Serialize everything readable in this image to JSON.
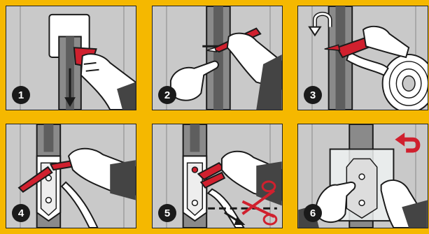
{
  "colors": {
    "background": "#f5b800",
    "panel": "#c9c9c9",
    "wall_stripe": "#b5b5b5",
    "profile_dark": "#5e5e5e",
    "profile_light": "#8a8a8a",
    "red_tool": "#d0202e",
    "outline": "#1a1a1a",
    "white": "#ffffff",
    "sleeve": "#444444"
  },
  "steps": [
    {
      "number": "1",
      "icons": [
        "card-icon",
        "arrow-down-icon",
        "hand-icon"
      ]
    },
    {
      "number": "2",
      "icons": [
        "knife-icon",
        "hand-icon"
      ]
    },
    {
      "number": "3",
      "icons": [
        "rotate-arrow-icon",
        "knife-icon",
        "tape-roll-icon"
      ]
    },
    {
      "number": "4",
      "icons": [
        "knife-icon",
        "plate-icon",
        "hand-icon"
      ]
    },
    {
      "number": "5",
      "icons": [
        "pliers-icon",
        "scissors-icon",
        "plate-icon"
      ]
    },
    {
      "number": "6",
      "icons": [
        "undo-arrow-icon",
        "transparent-sheet-icon",
        "hand-icon"
      ]
    }
  ]
}
